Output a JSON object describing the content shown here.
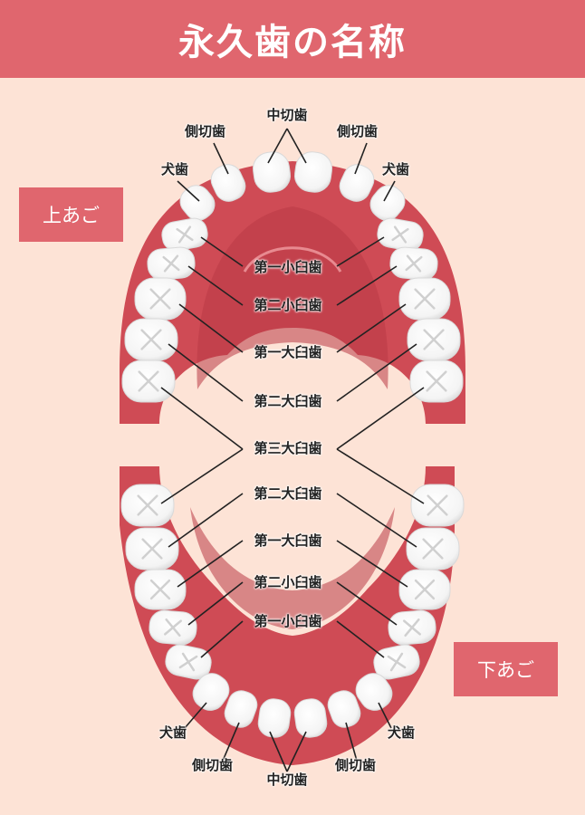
{
  "title": "永久歯の名称",
  "upper_jaw_label": "上あご",
  "lower_jaw_label": "下あご",
  "upper": {
    "central": "中切歯",
    "lateral_left": "側切歯",
    "lateral_right": "側切歯",
    "canine_left": "犬歯",
    "canine_right": "犬歯",
    "premolar1": "第一小臼歯",
    "premolar2": "第二小臼歯",
    "molar1": "第一大臼歯",
    "molar2": "第二大臼歯"
  },
  "third_molar": "第三大臼歯",
  "lower": {
    "molar2": "第二大臼歯",
    "molar1": "第一大臼歯",
    "premolar2": "第二小臼歯",
    "premolar1": "第一小臼歯",
    "canine_left": "犬歯",
    "canine_right": "犬歯",
    "lateral_left": "側切歯",
    "lateral_right": "側切歯",
    "central": "中切歯"
  },
  "colors": {
    "header": "#e0666e",
    "background": "#fde3d6",
    "gum": "#cf4b55",
    "gum_inner": "#b93a45",
    "tooth": "#ffffff"
  }
}
